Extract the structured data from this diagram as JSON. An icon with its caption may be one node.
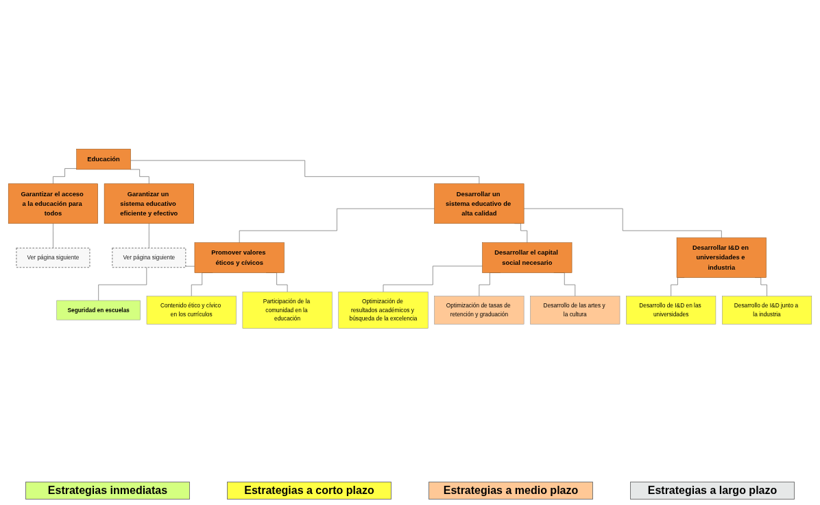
{
  "diagram": {
    "nodes": [
      {
        "text": [
          "Educación"
        ]
      },
      {
        "text": [
          "Garantizar el acceso a la educación para todos"
        ]
      },
      {
        "text": [
          "Desarrollar un sistema educativo de alta calidad"
        ]
      },
      {
        "text": [
          "Garantizar un sistema educativo eficiente y efectivo"
        ]
      },
      {
        "text": [
          "Ver página siguiente"
        ]
      },
      {
        "text": [
          "Ver página siguiente"
        ]
      },
      {
        "text": [
          "Promover valores éticos y cívicos"
        ]
      },
      {
        "text": [
          "Desarrollar el capital social necesario"
        ]
      },
      {
        "text": [
          "Desarrollar I&D en universidades e industria"
        ]
      },
      {
        "text": [
          "Seguridad en escuelas"
        ]
      },
      {
        "text": [
          "Contenido ético y cívico en los currículos"
        ]
      },
      {
        "text": [
          "Participación de la comunidad en la educación"
        ]
      },
      {
        "text": [
          "Optimización de resultados académicos y búsqueda de la excelencia"
        ]
      },
      {
        "text": [
          "Optimización de tasas de retención y graduación"
        ]
      },
      {
        "text": [
          "Desarrollo de las artes y la cultura"
        ]
      },
      {
        "text": [
          "Desarrollo de I&D en las universidades"
        ]
      },
      {
        "text": [
          "Desarrollo de I&D junto a la industria"
        ]
      }
    ],
    "edges": [
      {
        "from": 0,
        "to": 1,
        "arrow": "none"
      },
      {
        "from": 0,
        "to": 2,
        "arrow": "none"
      },
      {
        "from": 0,
        "to": 3,
        "arrow": "none"
      },
      {
        "from": 1,
        "to": 4,
        "arrow": "none"
      },
      {
        "from": 3,
        "to": 5,
        "arrow": "none"
      },
      {
        "from": 2,
        "to": 6,
        "arrow": "none"
      },
      {
        "from": 2,
        "to": 7,
        "arrow": "none"
      },
      {
        "from": 2,
        "to": 8,
        "arrow": "none"
      },
      {
        "from": 6,
        "to": 9,
        "arrow": "none"
      },
      {
        "from": 6,
        "to": 10,
        "arrow": "none"
      },
      {
        "from": 6,
        "to": 11,
        "arrow": "none"
      },
      {
        "from": 7,
        "to": 12,
        "arrow": "none"
      },
      {
        "from": 7,
        "to": 13,
        "arrow": "none"
      },
      {
        "from": 7,
        "to": 14,
        "arrow": "none"
      },
      {
        "from": 8,
        "to": 15,
        "arrow": "none"
      },
      {
        "from": 8,
        "to": 16,
        "arrow": "none"
      }
    ],
    "legend": [
      {
        "text": "Estrategias inmediatas",
        "color": "#d4ff80"
      },
      {
        "text": "Estrategias a corto plazo",
        "color": "#ffff44"
      },
      {
        "text": "Estrategias a medio plazo",
        "color": "#ffc896"
      },
      {
        "text": "Estrategias a largo plazo",
        "color": "#e6e8e8"
      }
    ]
  }
}
